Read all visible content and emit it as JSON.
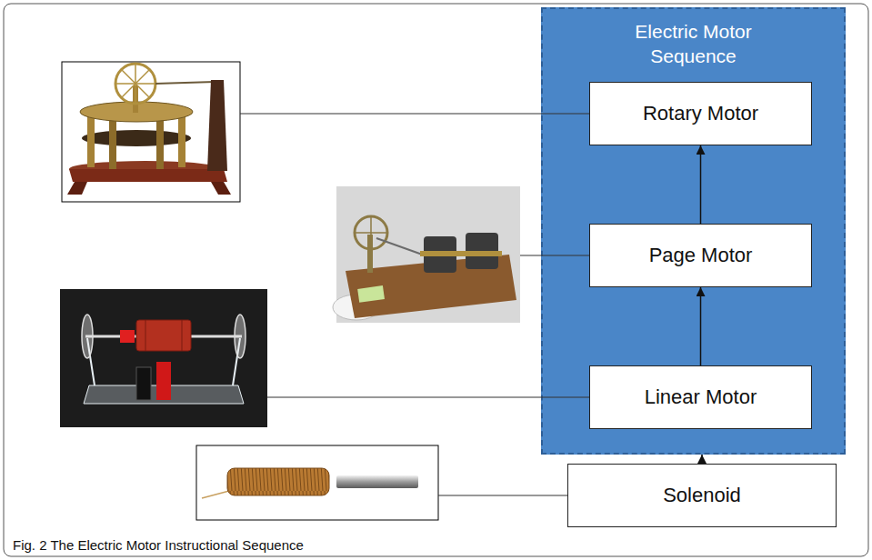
{
  "diagram": {
    "caption": "Fig. 2 The Electric Motor Instructional Sequence",
    "nodes": [
      {
        "text": [
          "Electric Motor Sequence"
        ]
      },
      {
        "text": [
          "Rotary Motor"
        ],
        "in": 0
      },
      {
        "text": [
          "Page Motor"
        ],
        "in": 0
      },
      {
        "text": [
          "Linear Motor"
        ],
        "in": 0
      },
      {
        "text": [
          "Solenoid"
        ]
      }
    ],
    "edges": [
      {
        "from": 3,
        "to": 2,
        "arrow": "to"
      },
      {
        "from": 2,
        "to": 1,
        "arrow": "to"
      },
      {
        "from": 4,
        "to": 0,
        "arrow": "to"
      }
    ]
  }
}
